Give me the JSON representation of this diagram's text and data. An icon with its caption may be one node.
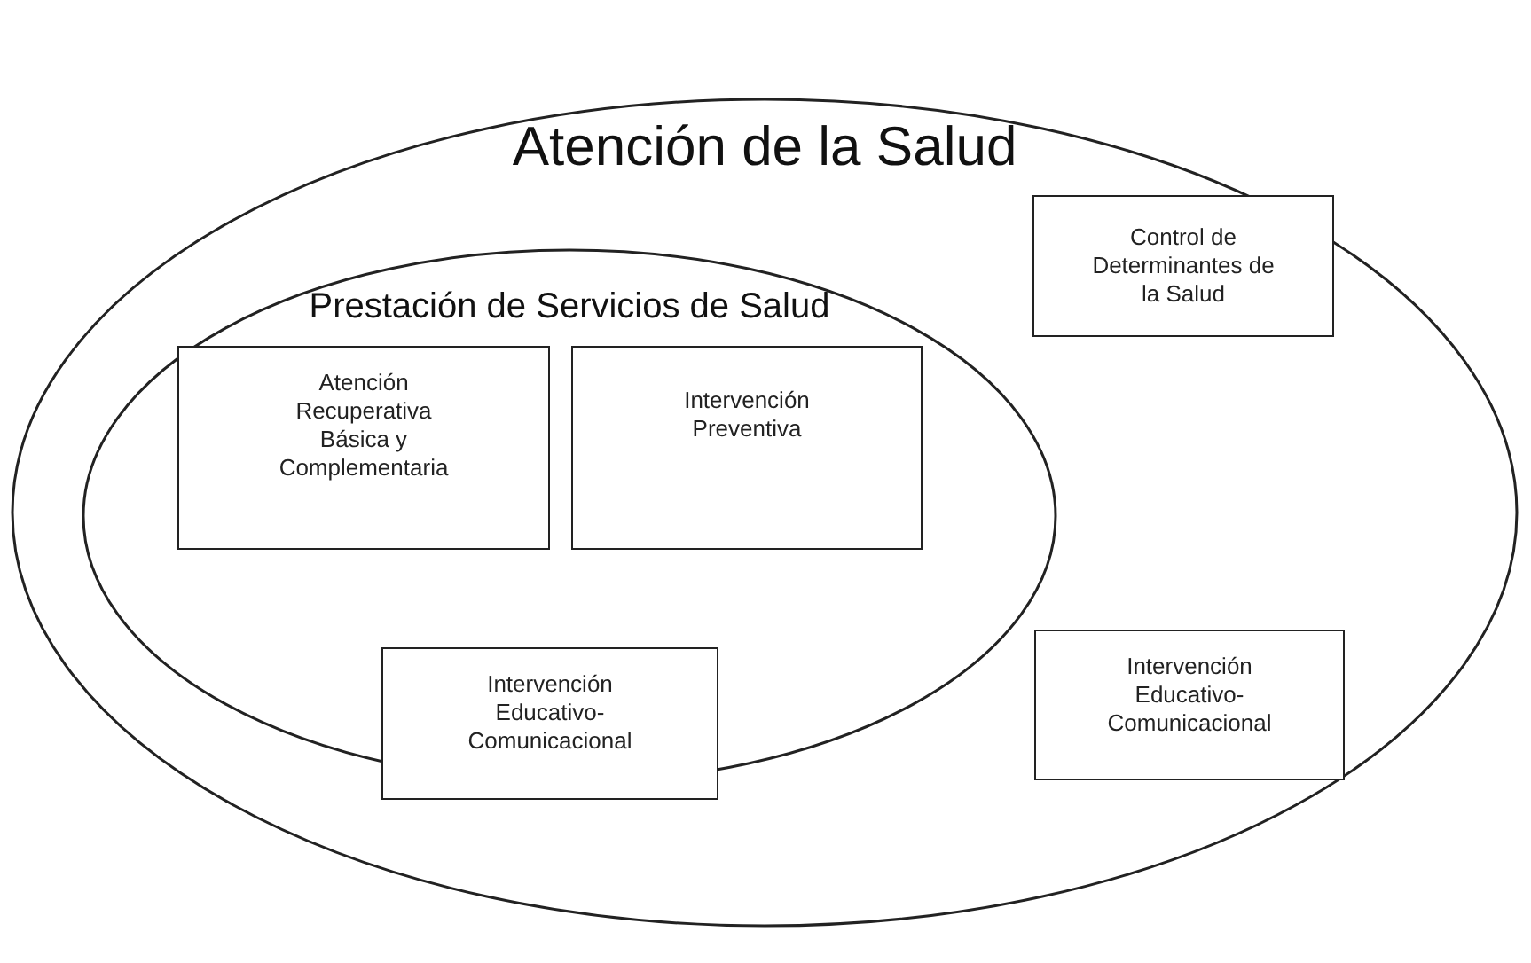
{
  "diagram": {
    "nodes": [
      {
        "text": [
          "Atención de la Salud"
        ]
      },
      {
        "text": [
          "Prestación de Servicios de Salud"
        ],
        "in": 0
      },
      {
        "text": [
          "Atención Recuperativa Básica y Complementaria"
        ],
        "in": 1
      },
      {
        "text": [
          "Intervención Preventiva"
        ],
        "in": 1
      },
      {
        "text": [
          "Intervención Educativo-Comunicacional"
        ],
        "in": 0
      },
      {
        "text": [
          "Control de Determinantes de la Salud"
        ],
        "in": 0
      },
      {
        "text": [
          "Intervención Educativo-Comunicacional"
        ],
        "in": 0
      }
    ]
  }
}
